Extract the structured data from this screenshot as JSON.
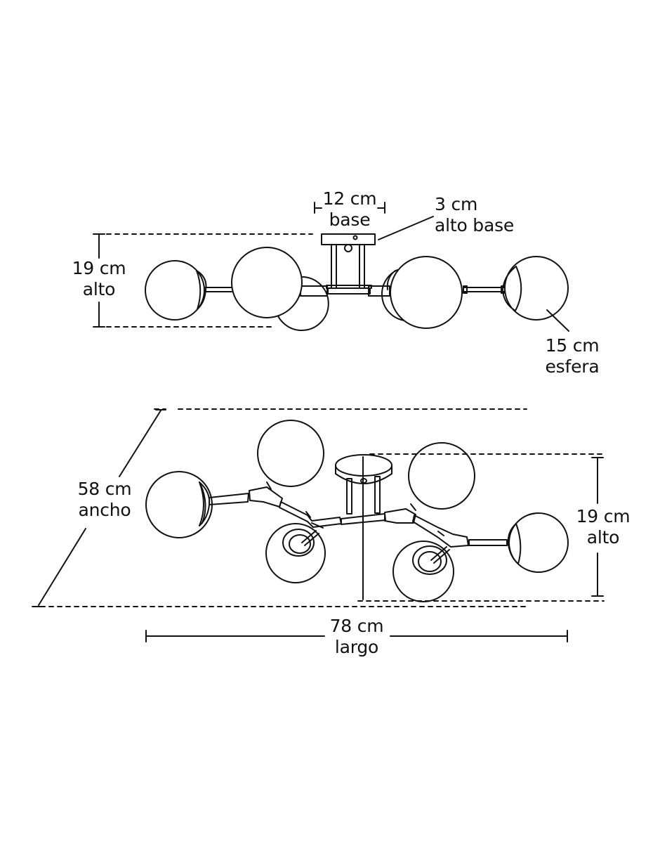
{
  "side_view": {
    "base_width": {
      "value": "12 cm",
      "label": "base"
    },
    "base_height": {
      "value": "3 cm",
      "label": "alto base"
    },
    "height": {
      "value": "19 cm",
      "label": "alto"
    },
    "sphere": {
      "value": "15 cm",
      "label": "esfera"
    }
  },
  "perspective_view": {
    "width": {
      "value": "58 cm",
      "label": "ancho"
    },
    "height": {
      "value": "19 cm",
      "label": "alto"
    },
    "length": {
      "value": "78 cm",
      "label": "largo"
    }
  },
  "colors": {
    "line": "#111111",
    "background": "#ffffff"
  }
}
